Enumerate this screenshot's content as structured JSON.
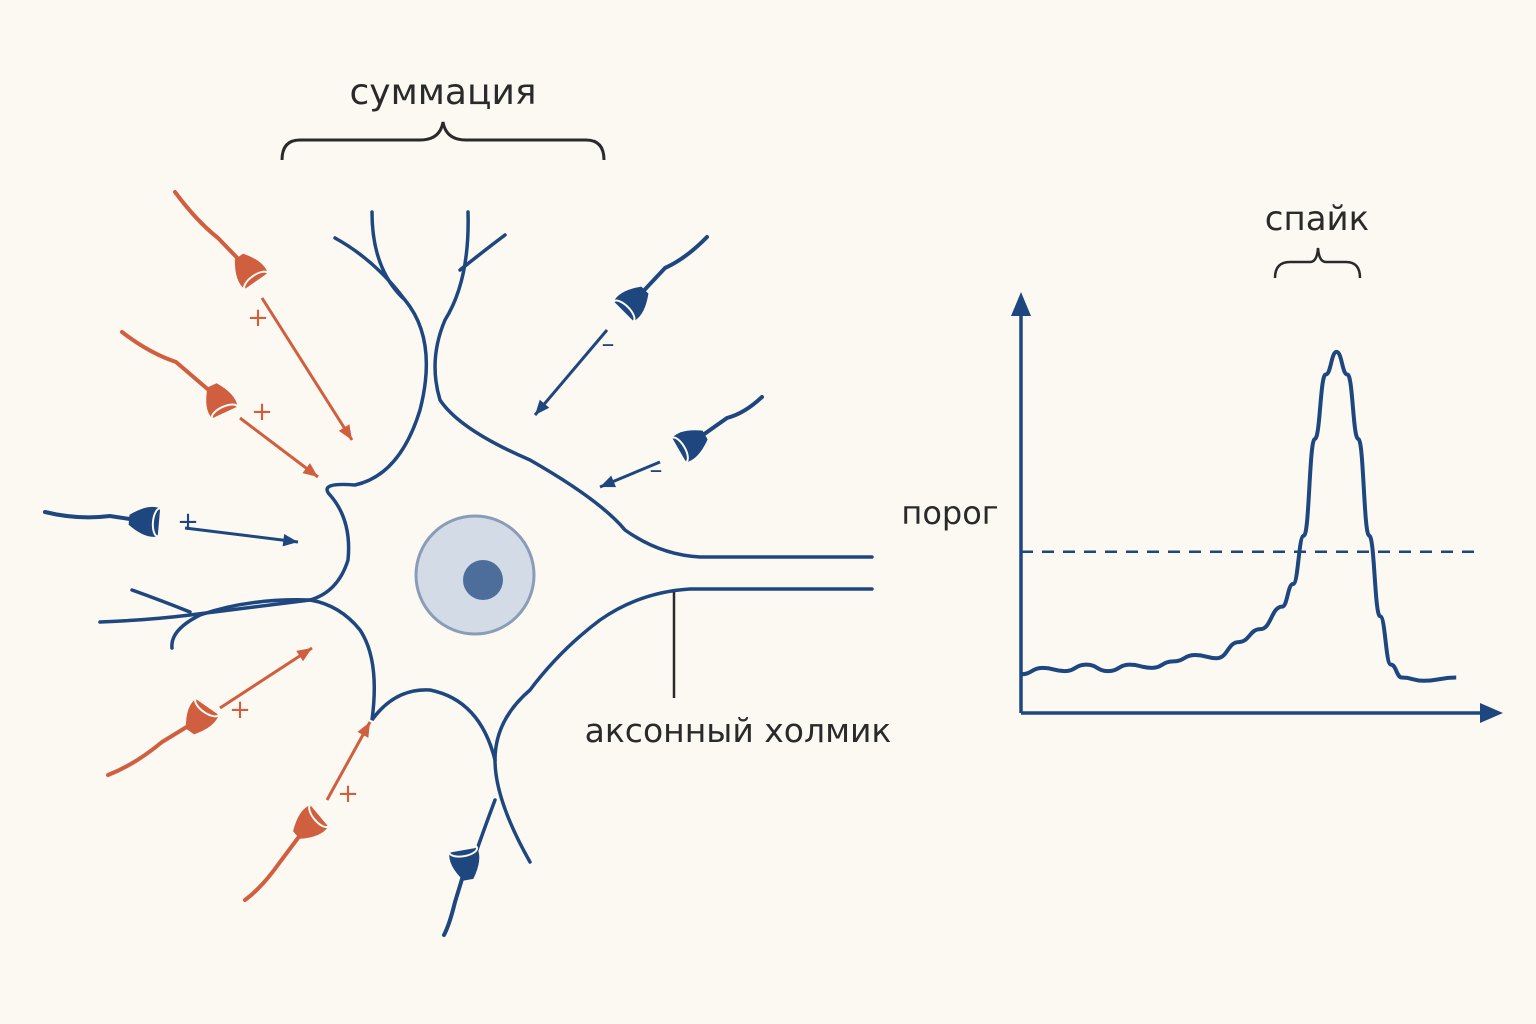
{
  "labels": {
    "summation": "суммация",
    "spike": "спайк",
    "threshold": "порог",
    "axon_hillock": "аксонный холмик"
  },
  "signs": {
    "plus": "+",
    "minus": "–"
  },
  "colors": {
    "excitatory": "#cf5f3f",
    "inhibitory": "#1f477f",
    "background": "#fcf9f3",
    "text": "#2a2a2a",
    "nucleus_outer": "#d3dbe6",
    "nucleus_inner": "#4d6e9b"
  },
  "synapses": [
    {
      "type": "excitatory",
      "sign": "+"
    },
    {
      "type": "excitatory",
      "sign": "+"
    },
    {
      "type": "inhibitory",
      "sign": "+"
    },
    {
      "type": "excitatory",
      "sign": "+"
    },
    {
      "type": "excitatory",
      "sign": "+"
    },
    {
      "type": "inhibitory",
      "sign": "–"
    },
    {
      "type": "inhibitory",
      "sign": "–"
    },
    {
      "type": "inhibitory",
      "sign": ""
    }
  ],
  "chart_data": {
    "type": "line",
    "title": "",
    "xlabel": "",
    "ylabel": "",
    "annotations": [
      "спайк",
      "порог"
    ],
    "series": [
      {
        "values": [
          [
            0,
            0.12
          ],
          [
            4,
            0.14
          ],
          [
            8,
            0.13
          ],
          [
            12,
            0.15
          ],
          [
            16,
            0.13
          ],
          [
            20,
            0.15
          ],
          [
            24,
            0.14
          ],
          [
            28,
            0.16
          ],
          [
            32,
            0.18
          ],
          [
            36,
            0.17
          ],
          [
            40,
            0.22
          ],
          [
            44,
            0.26
          ],
          [
            48,
            0.33
          ],
          [
            50,
            0.4
          ],
          [
            52,
            0.55
          ],
          [
            54,
            0.85
          ],
          [
            56,
            1.05
          ],
          [
            58,
            1.12
          ],
          [
            60,
            1.05
          ],
          [
            62,
            0.85
          ],
          [
            64,
            0.55
          ],
          [
            66,
            0.3
          ],
          [
            68,
            0.15
          ],
          [
            70,
            0.11
          ],
          [
            74,
            0.1
          ],
          [
            80,
            0.11
          ]
        ]
      }
    ],
    "threshold": 0.5,
    "xlim": [
      0,
      84
    ],
    "ylim": [
      0,
      1.25
    ],
    "grid": false
  }
}
